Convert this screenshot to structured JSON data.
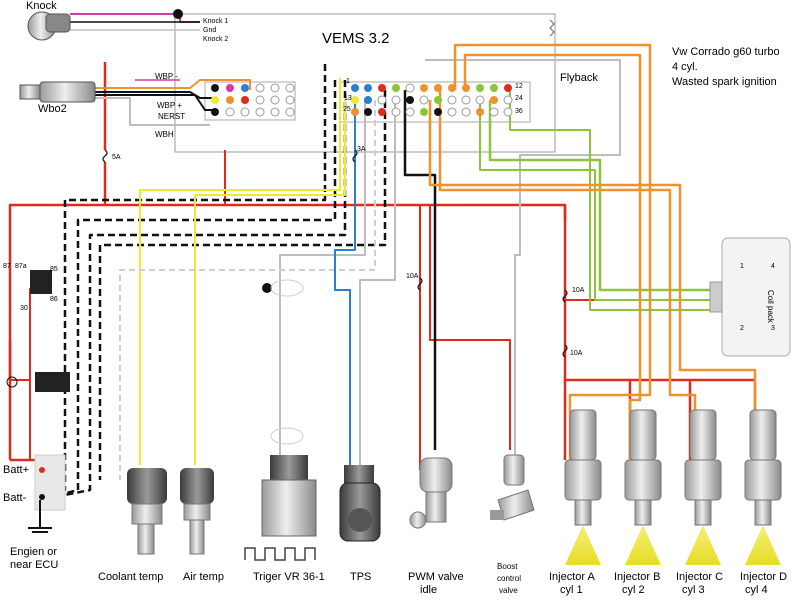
{
  "ecu": {
    "title": "VEMS 3.2",
    "flyback": "Flyback"
  },
  "notes": [
    "Vw Corrado g60 turbo",
    "4 cyl.",
    "Wasted spark ignition"
  ],
  "knock": {
    "label": "Knock",
    "pins": [
      "Knock 1",
      "Gnd",
      "Knock 2"
    ]
  },
  "wbo2": {
    "label": "Wbo2",
    "wires": [
      "WBP -",
      "WBP +",
      "NERST",
      "WBH"
    ]
  },
  "header_pins": {
    "upper": [
      "1",
      "13",
      "25"
    ],
    "right": [
      "12",
      "24",
      "36"
    ]
  },
  "fuses": [
    "5A",
    "3A",
    "10A",
    "10A",
    "10A"
  ],
  "relay": {
    "pins": [
      "87",
      "87a",
      "85",
      "86",
      "30"
    ]
  },
  "battery": {
    "plus": "Batt+",
    "minus": "Batt-"
  },
  "ground": "Engien or near ECU",
  "coilpack": {
    "label": "Coil pack",
    "pins": [
      "1",
      "4",
      "2",
      "3"
    ]
  },
  "components": [
    {
      "lines": [
        "Coolant temp"
      ]
    },
    {
      "lines": [
        "Air temp"
      ]
    },
    {
      "lines": [
        "Triger VR 36-1"
      ]
    },
    {
      "lines": [
        "TPS"
      ]
    },
    {
      "lines": [
        "PWM valve",
        "idle"
      ]
    },
    {
      "lines": [
        "Boost",
        "control",
        "valve"
      ]
    },
    {
      "lines": [
        "Injector A",
        "cyl 1"
      ]
    },
    {
      "lines": [
        "Injector B",
        "cyl 2"
      ]
    },
    {
      "lines": [
        "Injector C",
        "cyl 3"
      ]
    },
    {
      "lines": [
        "Injector D",
        "cyl 4"
      ]
    }
  ],
  "colors": {
    "power": "#e02a1b",
    "ground": "#111111",
    "signal_yellow": "#ecec2c",
    "signal_gray": "#bdbdbd",
    "signal_blue": "#2b7fd0",
    "injector_orange": "#f0922b",
    "coil_green": "#8cc43a",
    "wbo2_pink": "#d63a9c",
    "wbo2_orange": "#f0922b"
  }
}
